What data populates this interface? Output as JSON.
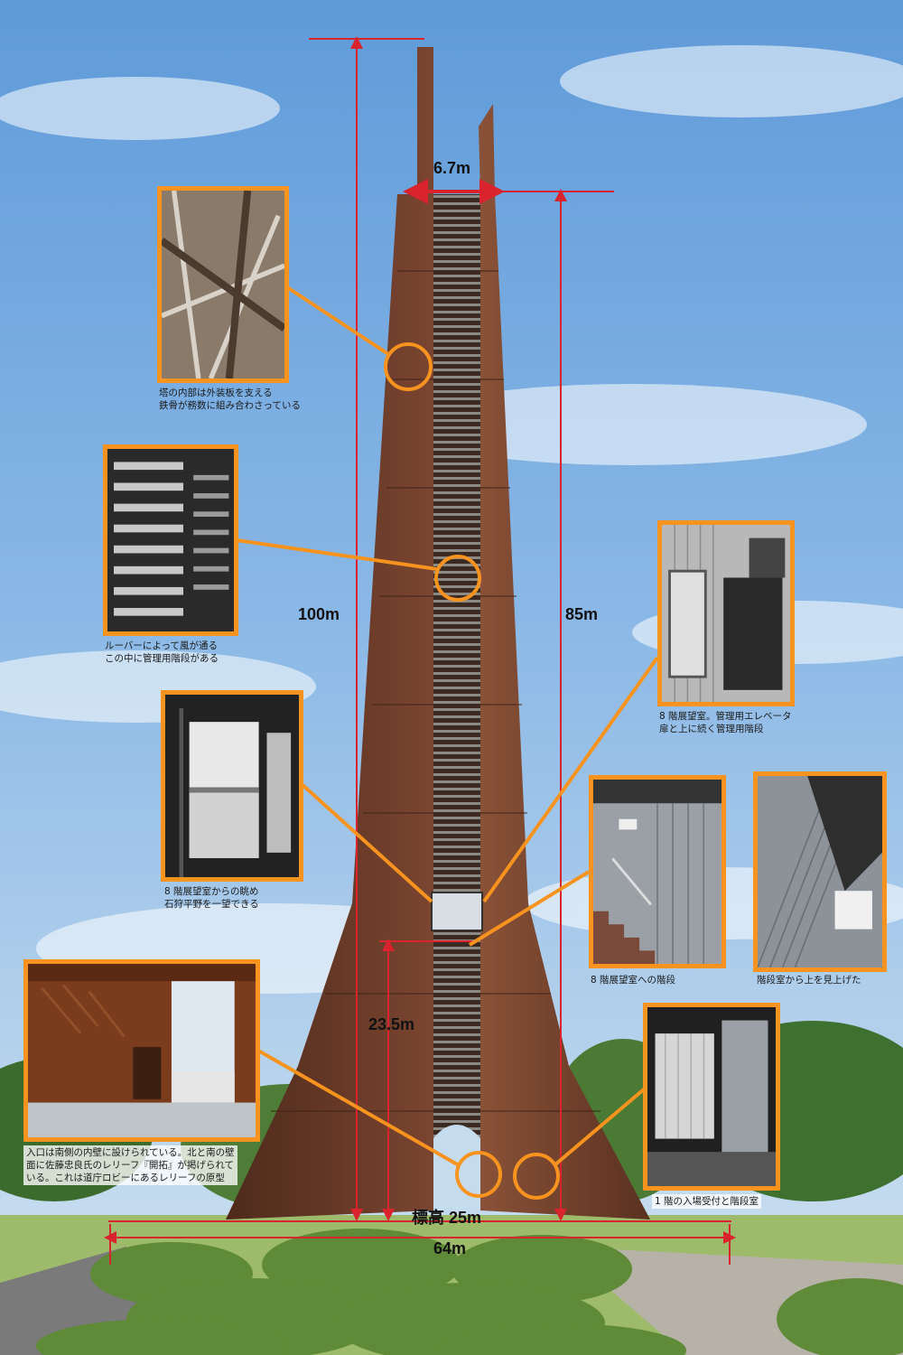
{
  "dimensions": {
    "total_height": "100m",
    "observatory_height": "85m",
    "top_width": "6.7m",
    "floor_height": "23.5m",
    "elevation": "標高 25m",
    "base_width": "64m"
  },
  "callouts": {
    "interior_frame": [
      "塔の内部は外装板を支える",
      "鉄骨が務数に組み合わさっている"
    ],
    "louver": [
      "ルーバーによって風が通る",
      "この中に管理用階段がある"
    ],
    "view": [
      "8 階展望室からの眺め",
      "石狩平野を一望できる"
    ],
    "entrance": [
      "入口は南側の内壁に設けられている。北と南の壁",
      "面に佐藤忠良氏のレリーフ『開拓』が掲げられて",
      "いる。これは道庁ロビーにあるレリーフの原型"
    ],
    "elevator": [
      "8 階展望室。管理用エレベータ",
      "扉と上に続く管理用階段"
    ],
    "stairs": [
      "8 階展望室への階段"
    ],
    "lookup": [
      "階段室から上を見上げた"
    ],
    "reception": [
      "1 階の入場受付と階段室"
    ]
  },
  "colors": {
    "accent": "#f7931e",
    "dimension_line": "#d9232d",
    "tower": "#6b3a26",
    "sky": "#7fb0e0"
  }
}
